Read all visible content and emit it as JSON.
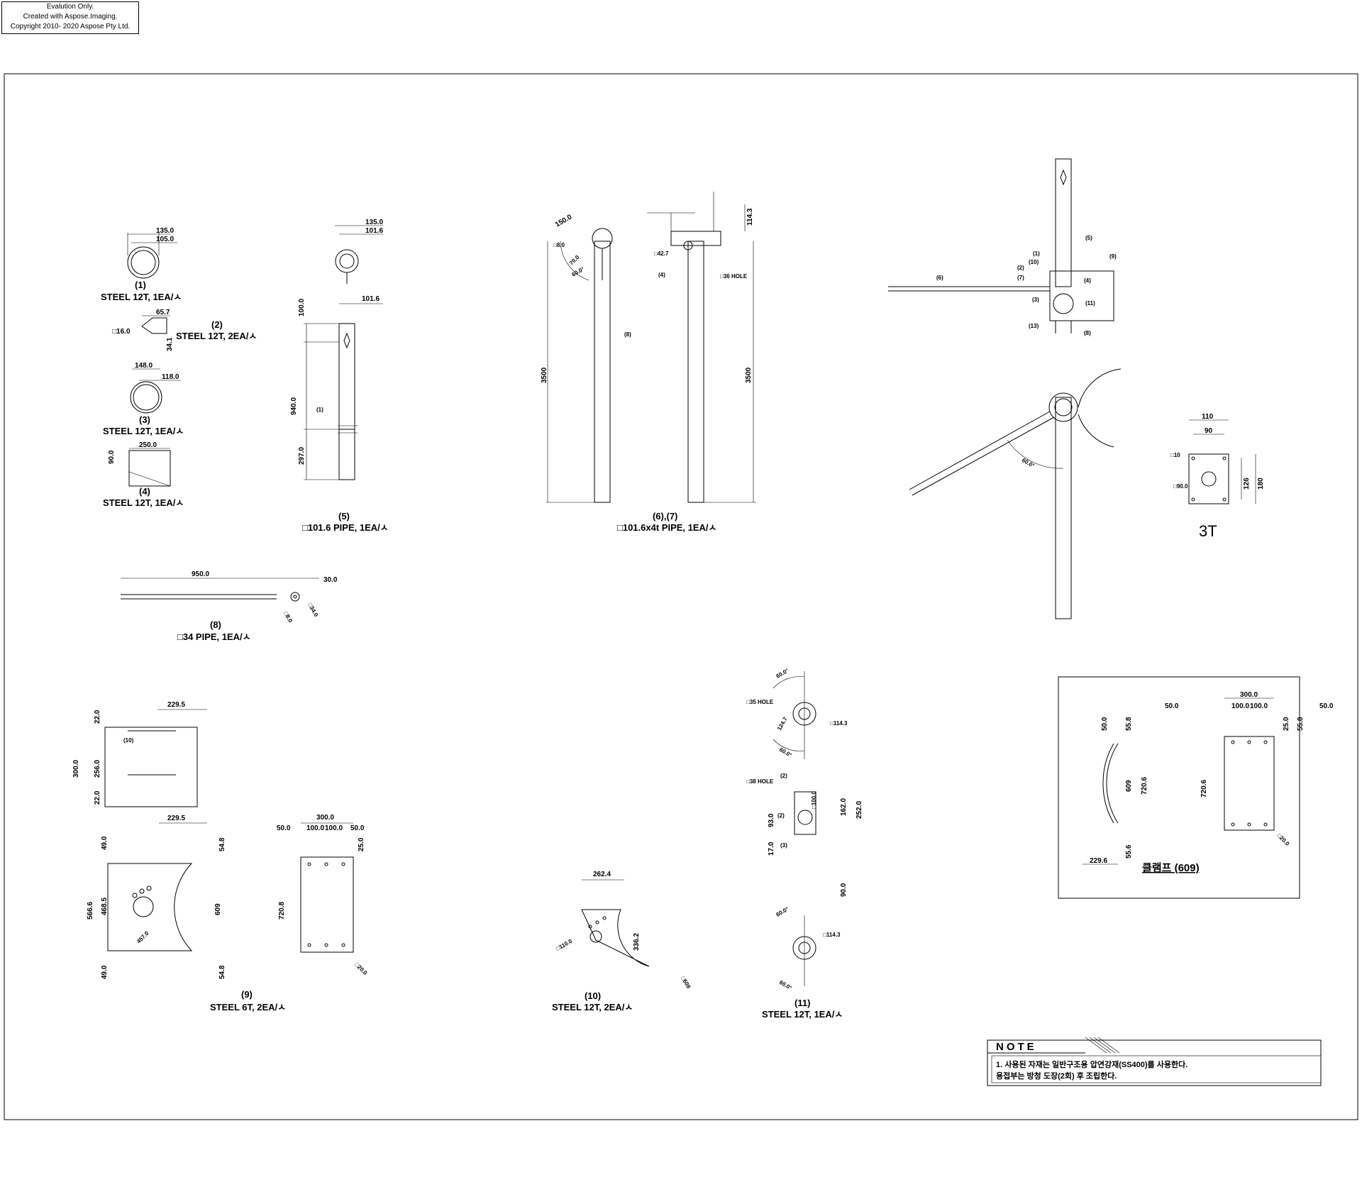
{
  "watermark": {
    "line1": "Evalution Only.",
    "line2": "Created with Aspose.Imaging.",
    "line3": "Copyright 2010- 2020 Aspose Pty Ltd."
  },
  "parts": {
    "p1": {
      "num": "(1)",
      "spec": "STEEL 12T, 1EA/ㅅ",
      "d_outer": "135.0",
      "d_inner": "105.0"
    },
    "p2": {
      "num": "(2)",
      "spec": "STEEL 12T, 2EA/ㅅ",
      "dim_a": "65.7",
      "dim_b": "34.1",
      "hole": "□16.0"
    },
    "p3": {
      "num": "(3)",
      "spec": "STEEL 12T, 1EA/ㅅ",
      "d_outer": "148.0",
      "d_inner": "118.0"
    },
    "p4": {
      "num": "(4)",
      "spec": "STEEL 12T, 1EA/ㅅ",
      "len": "250.0",
      "h": "90.0"
    },
    "p5": {
      "num": "(5)",
      "spec": "□101.6 PIPE, 1EA/ㅅ",
      "d_outer": "135.0",
      "d_inner": "101.6",
      "w": "101.6",
      "h1": "100.0",
      "h2": "940.0",
      "h3": "297.0",
      "ref": "(1)"
    },
    "p67": {
      "num": "(6),(7)",
      "spec": "□101.6x4t PIPE, 1EA/ㅅ",
      "len": "3500",
      "d1": "150.0",
      "d2": "□8.0",
      "d3": "70.0",
      "ang": "60.0°",
      "d4": "114.3",
      "d5": "□42.7",
      "hole": "□36 HOLE",
      "ref4": "(4)",
      "ref8": "(8)"
    },
    "p8": {
      "num": "(8)",
      "spec": "□34 PIPE, 1EA/ㅅ",
      "len": "950.0",
      "end": "30.0",
      "hole": "□8.0",
      "dia": "□34.0"
    },
    "p9": {
      "num": "(9)",
      "spec": "STEEL 6T, 2EA/ㅅ",
      "w1": "229.5",
      "h_top1": "22.0",
      "h_mid": "256.0",
      "h_tot": "300.0",
      "h_bot": "22.0",
      "ref10": "(10)",
      "w2": "229.5",
      "a": "49.0",
      "b": "54.8",
      "c": "566.6",
      "d": "468.5",
      "e": "609",
      "f": "457.0",
      "g": "49.0",
      "h": "54.8",
      "top": "300.0",
      "s1": "50.0",
      "s2": "100.0",
      "s3": "100.0",
      "s4": "50.0",
      "s5": "25.0",
      "len": "720.8",
      "hole": "□20.0"
    },
    "p10": {
      "num": "(10)",
      "spec": "STEEL 12T, 2EA/ㅅ",
      "w": "262.4",
      "hole": "□110.0",
      "r": "336.2",
      "dia": "□609"
    },
    "p11": {
      "num": "(11)",
      "spec": "STEEL 12T, 1EA/ㅅ",
      "ang1": "60.0°",
      "ang2": "60.0°",
      "d": "□114.3",
      "hole": "□35 HOLE",
      "r": "124.7",
      "hole2": "□38 HOLE",
      "h1": "93.0",
      "h2": "17.0",
      "dd": "□100.0",
      "e": "162.0",
      "f": "252.0",
      "g": "90.0",
      "ref2": "(2)",
      "ref3": "(3)",
      "ang3": "60.0°",
      "ang4": "60.0°",
      "d2": "□114.3"
    }
  },
  "assembly": {
    "refs": [
      "(1)",
      "(10)",
      "(2)",
      "(7)",
      "(3)",
      "(5)",
      "(13)",
      "(9)",
      "(4)",
      "(6)",
      "(11)",
      "(8)"
    ],
    "angle": "60.0°"
  },
  "plate3t": {
    "w1": "110",
    "w2": "90",
    "h1": "126",
    "h2": "180",
    "hole": "□10",
    "bore": "□90.0",
    "label": "3T"
  },
  "clamp": {
    "w_top": "300.0",
    "s1": "50.0",
    "s2": "100.0",
    "s3": "100.0",
    "s4": "50.0",
    "a": "50.0",
    "b": "55.8",
    "c": "609",
    "d": "720.6",
    "e": "720.6",
    "f": "25.0",
    "g": "55.8",
    "h": "55.6",
    "w": "229.6",
    "hole": "□20.0",
    "title": "클램프 (609)"
  },
  "note": {
    "title": "NOTE",
    "line1": "1. 사용된 자재는 일반구조용 압연강재(SS400)를 사용한다.",
    "line2": "   용접부는 방청 도장(2회) 후 조립한다."
  }
}
